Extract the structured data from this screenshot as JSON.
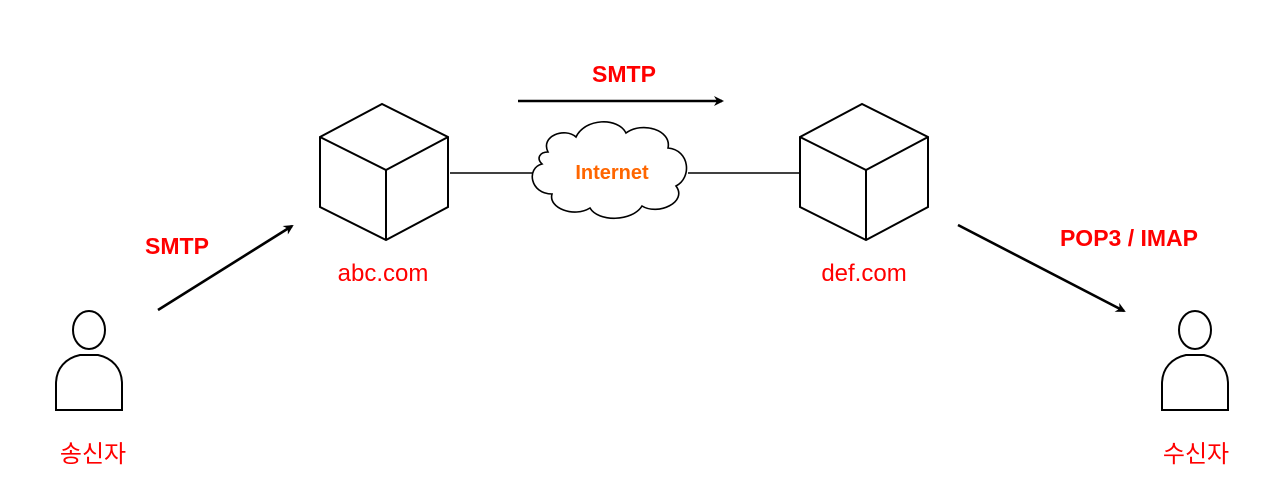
{
  "colors": {
    "label_red": "#ff0000",
    "internet_orange": "#ff6600",
    "stroke": "#000000"
  },
  "nodes": {
    "sender": {
      "label": "송신자",
      "icon": "person-icon"
    },
    "receiver": {
      "label": "수신자",
      "icon": "person-icon"
    },
    "sender_server": {
      "label": "abc.com",
      "icon": "cube-icon"
    },
    "receiver_server": {
      "label": "def.com",
      "icon": "cube-icon"
    },
    "internet": {
      "label": "Internet",
      "icon": "cloud-icon"
    }
  },
  "edges": {
    "sender_to_server": {
      "label": "SMTP"
    },
    "server_to_server": {
      "label": "SMTP"
    },
    "server_to_receiver": {
      "label": "POP3 / IMAP"
    }
  }
}
